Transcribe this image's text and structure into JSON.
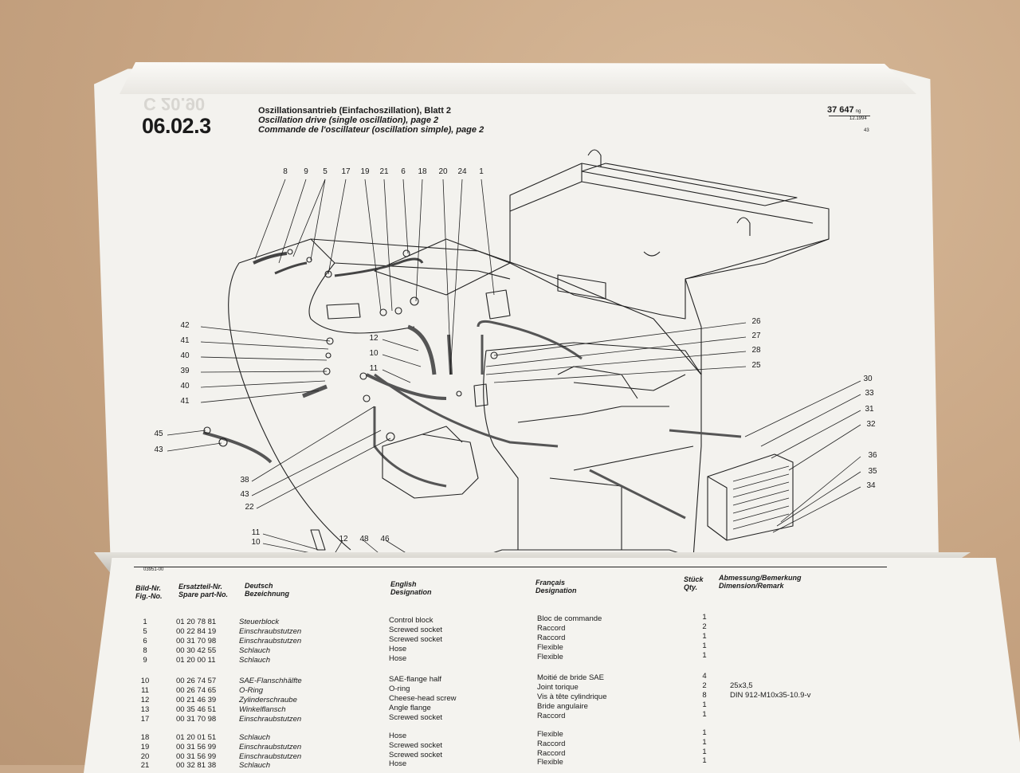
{
  "header": {
    "section_number": "06.02.3",
    "ghost_text": "C 20.90",
    "title_de": "Oszillationsantrieb (Einfachoszillation), Blatt 2",
    "title_en": "Oscillation drive (single oscillation), page 2",
    "title_fr": "Commande de l'oscillateur (oscillation simple), page 2",
    "catalog_number": "37 647",
    "catalog_suffix": "ng",
    "date": "12.1994",
    "page": "43"
  },
  "callouts": {
    "top": [
      "8",
      "9",
      "5",
      "17",
      "19",
      "21",
      "6",
      "18",
      "20",
      "24",
      "1"
    ],
    "left": [
      "42",
      "41",
      "40",
      "39",
      "40",
      "41",
      "45",
      "43"
    ],
    "center": [
      "12",
      "10",
      "11",
      "38",
      "43",
      "22"
    ],
    "right": [
      "26",
      "27",
      "28",
      "25",
      "30",
      "33",
      "31",
      "32",
      "36",
      "35",
      "34"
    ],
    "bottom": [
      "11",
      "10",
      "12",
      "48",
      "46"
    ]
  },
  "parts_table": {
    "drawing_ref": "03951-00",
    "headers": {
      "fig_no": [
        "Bild-Nr.",
        "Fig.-No."
      ],
      "part_no": [
        "Ersatzteil-Nr.",
        "Spare part-No."
      ],
      "german": [
        "Deutsch",
        "Bezeichnung"
      ],
      "english": [
        "English",
        "Designation"
      ],
      "french": [
        "Français",
        "Designation"
      ],
      "qty": [
        "Stück",
        "Qty."
      ],
      "remark": [
        "Abmessung/Bemerkung",
        "Dimension/Remark"
      ]
    },
    "rows": [
      {
        "fig": "1",
        "part": "01 20 78 81",
        "de": "Steuerblock",
        "en": "Control block",
        "fr": "Bloc de commande",
        "qty": "1",
        "remark": ""
      },
      {
        "fig": "5",
        "part": "00 22 84 19",
        "de": "Einschraubstutzen",
        "en": "Screwed socket",
        "fr": "Raccord",
        "qty": "2",
        "remark": ""
      },
      {
        "fig": "6",
        "part": "00 31 70 98",
        "de": "Einschraubstutzen",
        "en": "Screwed socket",
        "fr": "Raccord",
        "qty": "1",
        "remark": ""
      },
      {
        "fig": "8",
        "part": "00 30 42 55",
        "de": "Schlauch",
        "en": "Hose",
        "fr": "Flexible",
        "qty": "1",
        "remark": ""
      },
      {
        "fig": "9",
        "part": "01 20 00 11",
        "de": "Schlauch",
        "en": "Hose",
        "fr": "Flexible",
        "qty": "1",
        "remark": ""
      },
      {
        "fig": "10",
        "part": "00 26 74 57",
        "de": "SAE-Flanschhälfte",
        "en": "SAE-flange half",
        "fr": "Moitié de bride SAE",
        "qty": "4",
        "remark": ""
      },
      {
        "fig": "11",
        "part": "00 26 74 65",
        "de": "O-Ring",
        "en": "O-ring",
        "fr": "Joint torique",
        "qty": "2",
        "remark": "25x3,5"
      },
      {
        "fig": "12",
        "part": "00 21 46 39",
        "de": "Zylinderschraube",
        "en": "Cheese-head screw",
        "fr": "Vis à tête cylindrique",
        "qty": "8",
        "remark": "DIN 912-M10x35-10.9-v"
      },
      {
        "fig": "13",
        "part": "00 35 46 51",
        "de": "Winkelflansch",
        "en": "Angle flange",
        "fr": "Bride angulaire",
        "qty": "1",
        "remark": ""
      },
      {
        "fig": "17",
        "part": "00 31 70 98",
        "de": "Einschraubstutzen",
        "en": "Screwed socket",
        "fr": "Raccord",
        "qty": "1",
        "remark": ""
      },
      {
        "fig": "18",
        "part": "01 20 01 51",
        "de": "Schlauch",
        "en": "Hose",
        "fr": "Flexible",
        "qty": "1",
        "remark": ""
      },
      {
        "fig": "19",
        "part": "00 31 56 99",
        "de": "Einschraubstutzen",
        "en": "Screwed socket",
        "fr": "Raccord",
        "qty": "1",
        "remark": ""
      },
      {
        "fig": "20",
        "part": "00 31 56 99",
        "de": "Einschraubstutzen",
        "en": "Screwed socket",
        "fr": "Raccord",
        "qty": "1",
        "remark": ""
      },
      {
        "fig": "21",
        "part": "00 32 81 38",
        "de": "Schlauch",
        "en": "Hose",
        "fr": "Flexible",
        "qty": "1",
        "remark": ""
      }
    ]
  }
}
